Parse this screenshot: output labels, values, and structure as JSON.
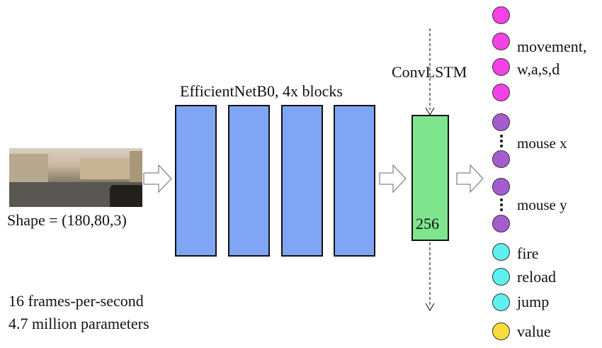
{
  "input": {
    "shape_label": "Shape = (180,80,3)"
  },
  "backbone": {
    "label": "EfficientNetB0, 4x blocks",
    "blocks": 4
  },
  "recurrent": {
    "label": "ConvLSTM",
    "size_label": "256"
  },
  "outputs": {
    "movement_label": "movement,",
    "movement_keys": "w,a,s,d",
    "mouse_x_label": "mouse x",
    "mouse_y_label": "mouse y",
    "fire_label": "fire",
    "reload_label": "reload",
    "jump_label": "jump",
    "value_label": "value"
  },
  "stats": {
    "fps": "16 frames-per-second",
    "params": "4.7 million parameters"
  },
  "colors": {
    "backbone_block": "#80a5f4",
    "lstm_block": "#7ee58e",
    "movement_node": "#f542e6",
    "mouse_node": "#a55ccf",
    "action_node": "#5ef0ef",
    "value_node": "#f7dc3a"
  }
}
